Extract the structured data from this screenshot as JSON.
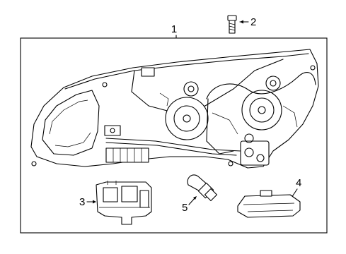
{
  "callouts": {
    "c1": "1",
    "c2": "2",
    "c3": "3",
    "c4": "4",
    "c5": "5"
  },
  "parts": [
    {
      "callout": "1",
      "icon": "headlamp-assembly-icon"
    },
    {
      "callout": "2",
      "icon": "bolt-icon"
    },
    {
      "callout": "3",
      "icon": "ballast-module-icon"
    },
    {
      "callout": "4",
      "icon": "control-module-cover-icon"
    },
    {
      "callout": "5",
      "icon": "bulb-icon"
    }
  ]
}
